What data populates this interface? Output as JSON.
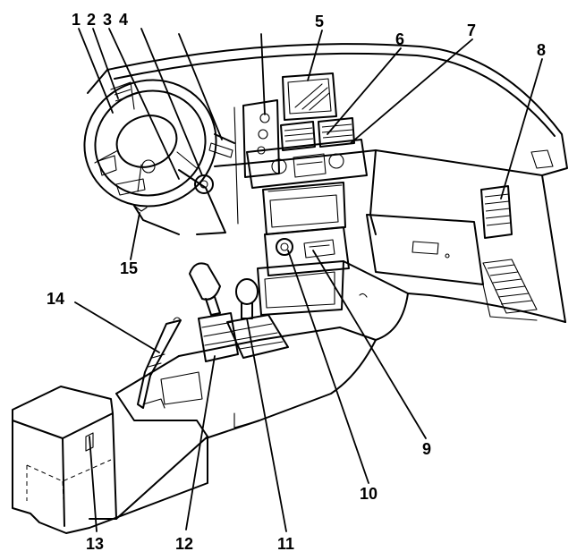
{
  "callouts": [
    {
      "id": "c1",
      "label": "1"
    },
    {
      "id": "c2",
      "label": "2"
    },
    {
      "id": "c3",
      "label": "3"
    },
    {
      "id": "c4",
      "label": "4"
    },
    {
      "id": "c5",
      "label": "5"
    },
    {
      "id": "c6",
      "label": "6"
    },
    {
      "id": "c7",
      "label": "7"
    },
    {
      "id": "c8",
      "label": "8"
    },
    {
      "id": "c9",
      "label": "9"
    },
    {
      "id": "c10",
      "label": "10"
    },
    {
      "id": "c11",
      "label": "11"
    },
    {
      "id": "c12",
      "label": "12"
    },
    {
      "id": "c13",
      "label": "13"
    },
    {
      "id": "c14",
      "label": "14"
    },
    {
      "id": "c15",
      "label": "15"
    }
  ],
  "style": {
    "line_color": "#000000",
    "background": "#ffffff"
  }
}
